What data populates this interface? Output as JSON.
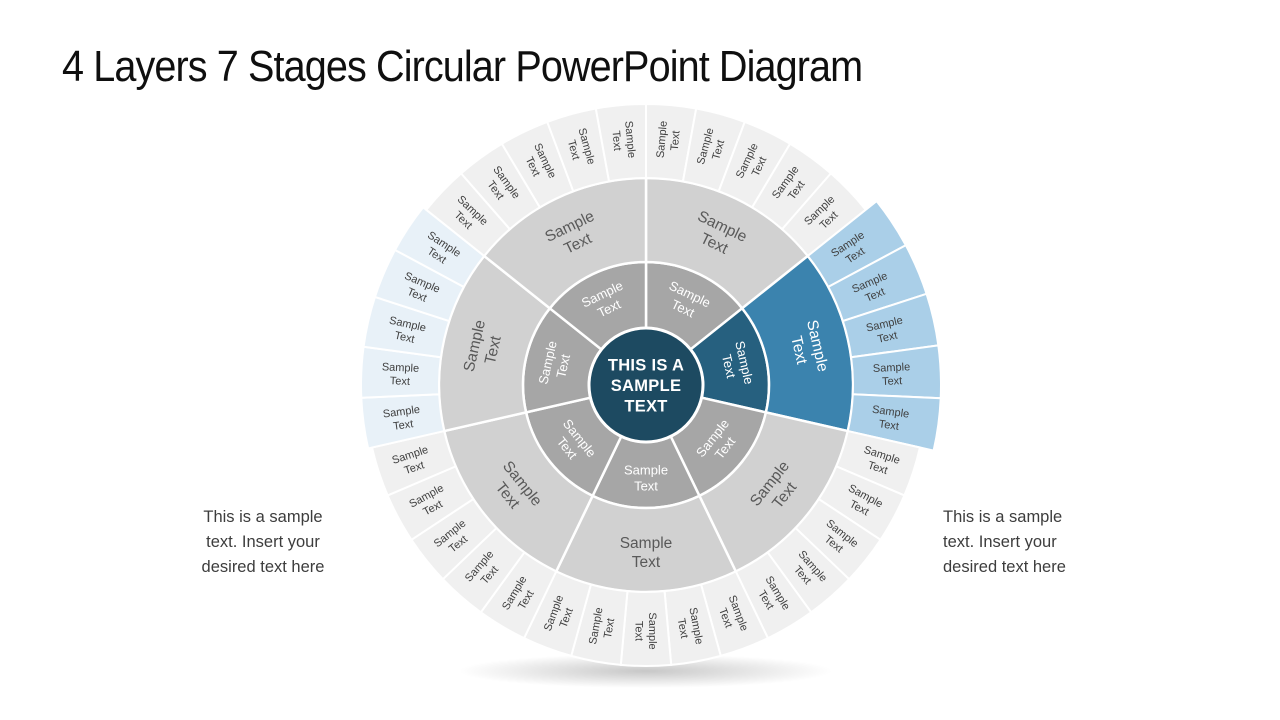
{
  "slide": {
    "title": "4 Layers 7 Stages Circular PowerPoint Diagram"
  },
  "notes": {
    "left": "This is a sample text. Insert your desired text here",
    "right": "This is a sample text. Insert your desired text here"
  },
  "diagram": {
    "type": "circular-layered-diagram",
    "layers": 4,
    "stages_count": 7,
    "cells_per_stage": 5,
    "center": {
      "lines": [
        "THIS IS A",
        "SAMPLE",
        "TEXT"
      ]
    },
    "palette": {
      "hub": "#1d4a61",
      "layer2": "#a6a6a6",
      "layer2_highlight": "#26607f",
      "layer3": "#d1d1d1",
      "layer3_highlight": "#3b83ae",
      "layer4": "#f0f0f0",
      "layer4_highlight": "#aacfe8",
      "layer4_pale": "#e8f1f8",
      "divider": "#ffffff",
      "label_light": "#ffffff",
      "label_mid": "#595959",
      "label_dark": "#3f3f3f"
    },
    "stages": [
      {
        "style": "normal",
        "layer2_label": "Sample Text",
        "layer3_label": "Sample Text",
        "cells": [
          "Sample Text",
          "Sample Text",
          "Sample Text",
          "Sample Text",
          "Sample Text"
        ]
      },
      {
        "style": "highlight",
        "layer2_label": "Sample Text",
        "layer3_label": "Sample Text",
        "cells": [
          "Sample Text",
          "Sample Text",
          "Sample Text",
          "Sample Text",
          "Sample Text"
        ]
      },
      {
        "style": "normal",
        "layer2_label": "Sample Text",
        "layer3_label": "Sample Text",
        "cells": [
          "Sample Text",
          "Sample Text",
          "Sample Text",
          "Sample Text",
          "Sample Text"
        ]
      },
      {
        "style": "normal",
        "layer2_label": "Sample Text",
        "layer3_label": "Sample Text",
        "cells": [
          "Sample Text",
          "Sample Text",
          "Sample Text",
          "Sample Text",
          "Sample Text"
        ]
      },
      {
        "style": "normal",
        "layer2_label": "Sample Text",
        "layer3_label": "Sample Text",
        "cells": [
          "Sample Text",
          "Sample Text",
          "Sample Text",
          "Sample Text",
          "Sample Text"
        ]
      },
      {
        "style": "pale-outer",
        "layer2_label": "Sample Text",
        "layer3_label": "Sample Text",
        "cells": [
          "Sample Text",
          "Sample Text",
          "Sample Text",
          "Sample Text",
          "Sample Text"
        ]
      },
      {
        "style": "normal",
        "layer2_label": "Sample Text",
        "layer3_label": "Sample Text",
        "cells": [
          "Sample Text",
          "Sample Text",
          "Sample Text",
          "Sample Text",
          "Sample Text"
        ]
      }
    ]
  }
}
